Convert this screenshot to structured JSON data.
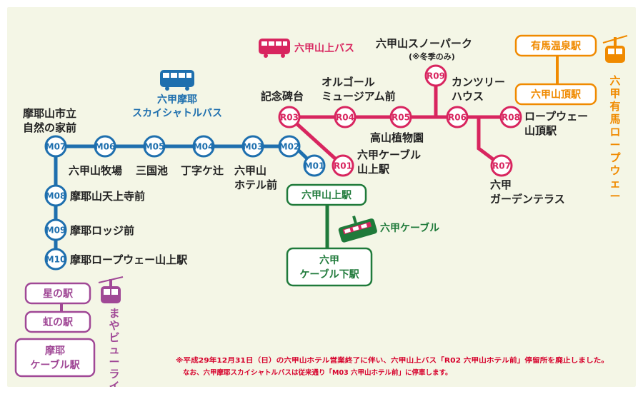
{
  "colors": {
    "background": "#f4f6e6",
    "maya_shuttle": "#1e6fae",
    "mountain_bus": "#d8255f",
    "cable": "#1f7a3a",
    "arima_ropeway": "#f08a00",
    "maya_viewline": "#a04896",
    "note": "#d6002b"
  },
  "legend": {
    "maya_shuttle": "六甲摩耶\nスカイシャトルバス",
    "mountain_bus": "六甲山上バス",
    "cable": "六甲ケーブル",
    "arima_ropeway": "六甲有馬ロープウェー",
    "maya_viewline": "まやビューライン"
  },
  "stops": {
    "M01": {
      "code": "M01",
      "name": ""
    },
    "M02": {
      "code": "M02",
      "name": ""
    },
    "M03": {
      "code": "M03",
      "name": "六甲山\nホテル前"
    },
    "M04": {
      "code": "M04",
      "name": "丁字ケ辻"
    },
    "M05": {
      "code": "M05",
      "name": "三国池"
    },
    "M06": {
      "code": "M06",
      "name": "六甲山牧場"
    },
    "M07": {
      "code": "M07",
      "name": "摩耶山市立\n自然の家前"
    },
    "M08": {
      "code": "M08",
      "name": "摩耶山天上寺前"
    },
    "M09": {
      "code": "M09",
      "name": "摩耶ロッジ前"
    },
    "M10": {
      "code": "M10",
      "name": "摩耶ロープウェー山上駅"
    },
    "R01": {
      "code": "R01",
      "name": "六甲ケーブル\n山上駅"
    },
    "R03": {
      "code": "R03",
      "name": "記念碑台"
    },
    "R04": {
      "code": "R04",
      "name": "オルゴール\nミュージアム前"
    },
    "R05": {
      "code": "R05",
      "name": "高山植物園"
    },
    "R06": {
      "code": "R06",
      "name": "カンツリー\nハウス"
    },
    "R07": {
      "code": "R07",
      "name": "六甲\nガーデンテラス"
    },
    "R08": {
      "code": "R08",
      "name": "ロープウェー\n山頂駅"
    },
    "R09": {
      "code": "R09",
      "name": "六甲山スノーパーク"
    }
  },
  "snowpark_note": "(※冬季のみ)",
  "stations": {
    "cable_top": "六甲山上駅",
    "cable_bottom": "六甲\nケーブル下駅",
    "arima_onsen": "有馬温泉駅",
    "arima_summit": "六甲山頂駅",
    "hoshi": "星の駅",
    "niji": "虹の駅",
    "maya_cable": "摩耶\nケーブル駅"
  },
  "notes": {
    "line1": "※平成29年12月31日（日）の六甲山ホテル営業終了に伴い、六甲山上バス「R02 六甲山ホテル前」停留所を廃止しました。",
    "line2": "なお、六甲摩耶スカイシャトルバスは従来通り「M03 六甲山ホテル前」に停車します。"
  }
}
